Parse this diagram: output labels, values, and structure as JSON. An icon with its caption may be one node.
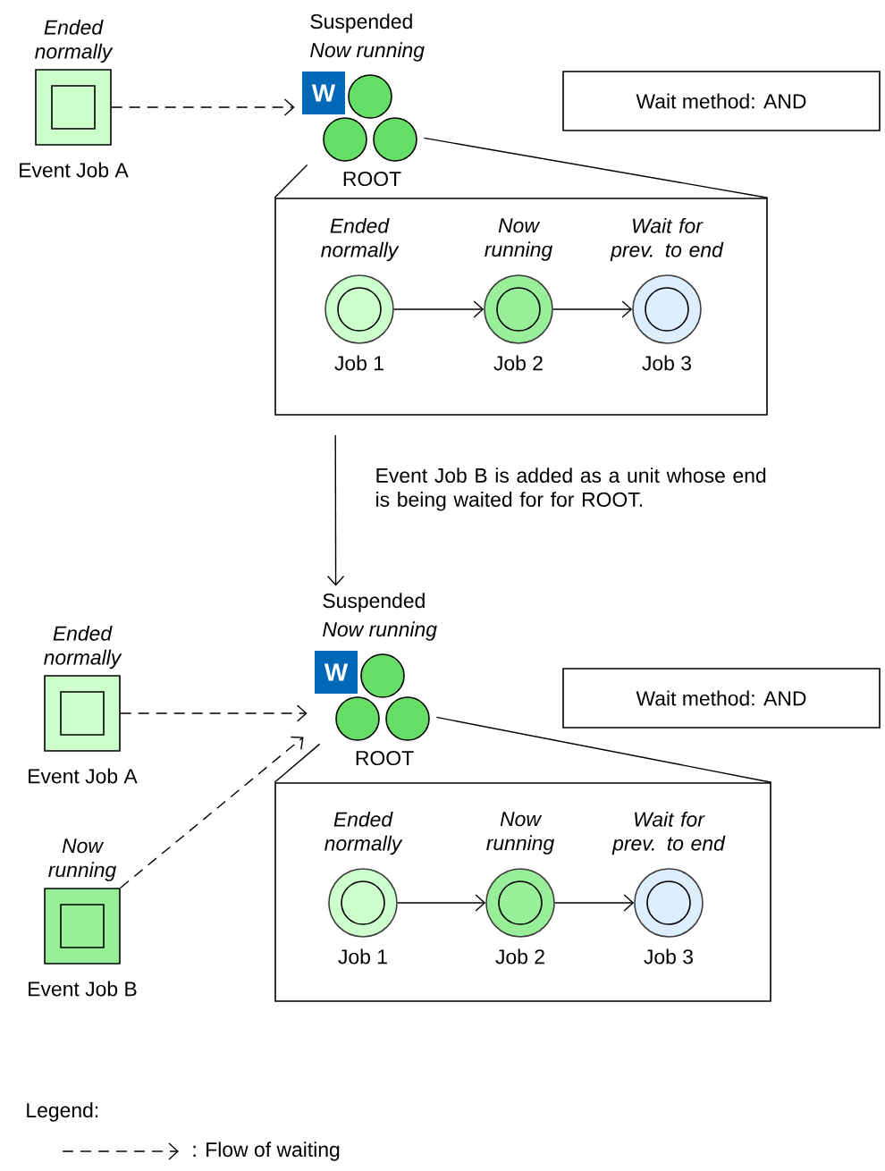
{
  "diagram": {
    "nodes": [
      {
        "text": [
          "Ended normally",
          "Event Job A"
        ]
      },
      {
        "text": [
          "Suspended",
          "Now running",
          "W"
        ],
        "beside": [
          "ROOT"
        ]
      },
      {
        "text": [
          "Wait method: AND"
        ]
      },
      {
        "text": [],
        "shape": "box"
      },
      {
        "text": [
          "Ended normally",
          "Job 1"
        ],
        "in": 3
      },
      {
        "text": [
          "Now running",
          "Job 2"
        ],
        "in": 3
      },
      {
        "text": [
          "Wait for prev. to end",
          "Job 3"
        ],
        "in": 3
      },
      {
        "text": [
          "Ended normally",
          "Event Job A"
        ]
      },
      {
        "text": [
          "Now running",
          "Event Job B"
        ]
      },
      {
        "text": [
          "Suspended",
          "Now running",
          "W"
        ],
        "beside": [
          "ROOT"
        ]
      },
      {
        "text": [
          "Wait method: AND"
        ]
      },
      {
        "text": [],
        "shape": "box"
      },
      {
        "text": [
          "Ended normally",
          "Job 1"
        ],
        "in": 11
      },
      {
        "text": [
          "Now running",
          "Job 2"
        ],
        "in": 11
      },
      {
        "text": [
          "Wait for prev. to end",
          "Job 3"
        ],
        "in": 11
      }
    ],
    "edges": [
      {
        "from": 0,
        "to": 1,
        "arrow": "to",
        "style": "dashed"
      },
      {
        "from": 1,
        "to": 3,
        "arrow": "none"
      },
      {
        "from": 1,
        "to": 3,
        "arrow": "none"
      },
      {
        "from": 4,
        "to": 5,
        "arrow": "to"
      },
      {
        "from": 5,
        "to": 6,
        "arrow": "to"
      },
      {
        "from": 3,
        "to": 9,
        "arrow": "to",
        "label": "Event Job B is added as a unit whose end is being waited for for ROOT."
      },
      {
        "from": 7,
        "to": 9,
        "arrow": "to",
        "style": "dashed"
      },
      {
        "from": 8,
        "to": 9,
        "arrow": "to",
        "style": "dashed"
      },
      {
        "from": 9,
        "to": 11,
        "arrow": "none"
      },
      {
        "from": 9,
        "to": 11,
        "arrow": "none"
      },
      {
        "from": 12,
        "to": 13,
        "arrow": "to"
      },
      {
        "from": 13,
        "to": 14,
        "arrow": "to"
      }
    ],
    "labels": [
      "Legend:"
    ],
    "legend": [
      {
        "text": ": Flow of waiting"
      }
    ]
  }
}
